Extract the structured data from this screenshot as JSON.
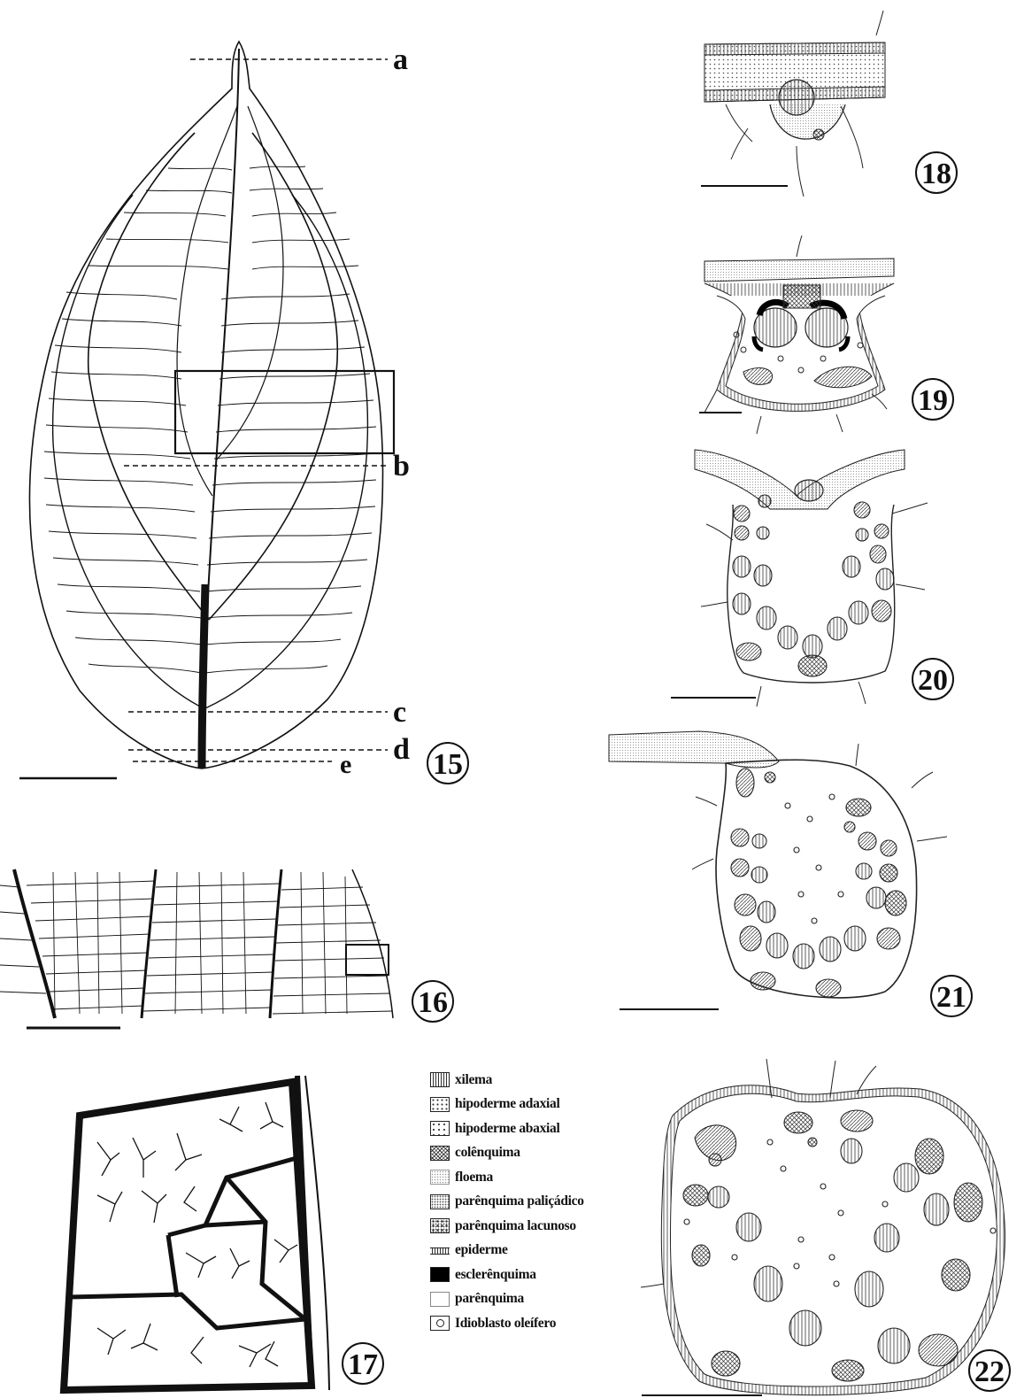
{
  "fig15": {
    "number": "15",
    "line_labels": [
      "a",
      "b",
      "c",
      "d",
      "e"
    ]
  },
  "fig16": {
    "number": "16"
  },
  "fig17": {
    "number": "17"
  },
  "fig18": {
    "number": "18"
  },
  "fig19": {
    "number": "19"
  },
  "fig20": {
    "number": "20"
  },
  "fig21": {
    "number": "21"
  },
  "fig22": {
    "number": "22"
  },
  "legend": {
    "items": [
      {
        "label": "xilema",
        "swatch": "vertical-lines"
      },
      {
        "label": "hipoderme adaxial",
        "swatch": "sparse-dots"
      },
      {
        "label": "hipoderme abaxial",
        "swatch": "dots"
      },
      {
        "label": "colênquima",
        "swatch": "cross-hatch"
      },
      {
        "label": "floema",
        "swatch": "fine-dots"
      },
      {
        "label": "parênquima paliçádico",
        "swatch": "dense-dots"
      },
      {
        "label": "parênquima lacunoso",
        "swatch": "clustered-dots"
      },
      {
        "label": "epiderme",
        "swatch": "ladder"
      },
      {
        "label": "esclerênquima",
        "swatch": "solid-black"
      },
      {
        "label": "parênquima",
        "swatch": "empty"
      },
      {
        "label": "Idioblasto oleífero",
        "swatch": "circle"
      }
    ]
  }
}
